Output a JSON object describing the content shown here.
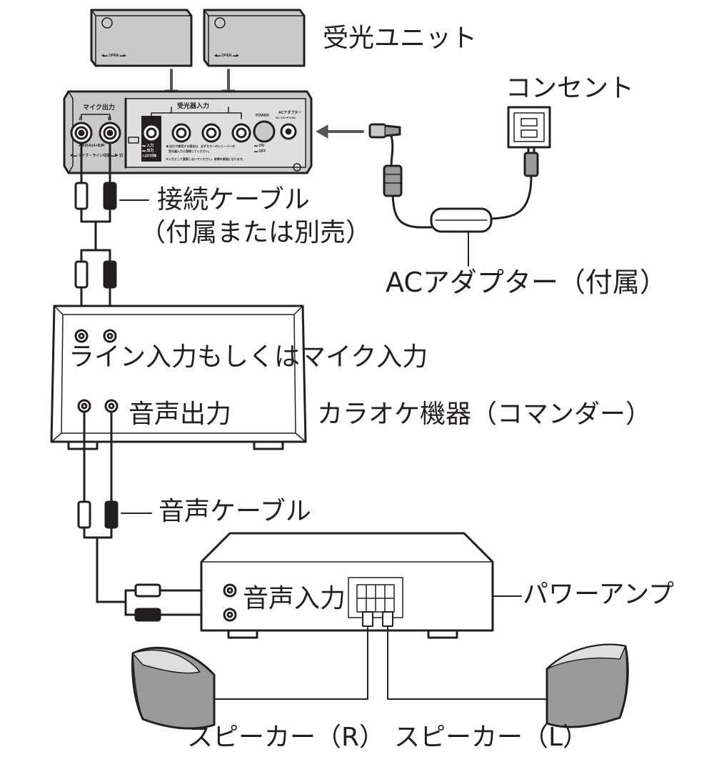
{
  "labels": {
    "receiver_unit": "受光ユニット",
    "outlet": "コンセント",
    "connection_cable_line1": "接続ケーブル",
    "connection_cable_line2": "（付属または別売）",
    "ac_adapter": "ACアダプター（付属）",
    "line_or_mic_input": "ライン入力もしくはマイク入力",
    "audio_output": "音声出力",
    "karaoke_device": "カラオケ機器（コマンダー）",
    "audio_cable": "音声ケーブル",
    "audio_input": "音声入力",
    "power_amp": "パワーアンプ",
    "speaker_r": "スピーカー（R）",
    "speaker_l": "スピーカー（L）"
  },
  "panel": {
    "mic_output": "マイク出力",
    "jack_a": "A",
    "jack_b": "B",
    "mic_mode": "A/Bのみ(A+B)M",
    "mic_line_switch": "◀▬ マイク・ライン切換 ▬▶ 切",
    "receiver_input": "受光器入力",
    "power": "POWER",
    "ac_adapter_spec_1": "ACアダプター",
    "ac_adapter_spec_2": "DC 12V ⎓ 0.5A",
    "in_out_1": "▬ 入力",
    "in_out_2": "▬ 出力",
    "in_out_3": "入出力切換",
    "note_1": "◀ 出力で使用する場合は、必ずモラーのレシーバーの",
    "note_2": "受光器入力と接続してください。",
    "note_3": "※入力として直接しないでください。故障の原因になります。",
    "on": "▬ ON",
    "off": "▬ OFF",
    "unit_open": "◀▬ OPEN ▬▶"
  }
}
